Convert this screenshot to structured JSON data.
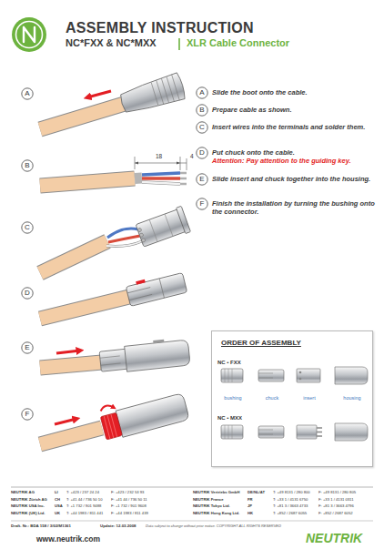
{
  "diagram": {
    "title": "ASSEMBLY INSTRUCTION",
    "nodes": [
      {
        "text": [
          "A"
        ]
      },
      {
        "text": [
          "A"
        ]
      },
      {
        "text": [
          "B"
        ]
      },
      {
        "text": [
          "B"
        ]
      },
      {
        "text": [
          "C"
        ]
      },
      {
        "text": [
          "C"
        ]
      },
      {
        "text": [
          "D"
        ]
      },
      {
        "text": [
          "D"
        ]
      },
      {
        "text": [
          "E"
        ]
      },
      {
        "text": [
          "E"
        ]
      },
      {
        "text": [
          "F"
        ]
      },
      {
        "text": [
          "F"
        ]
      },
      {
        "text": [
          "ORDER OF ASSEMBLY",
          "NC • FXX",
          "bushing",
          "chuck",
          "insert",
          "housing",
          "NC • MXX"
        ]
      }
    ],
    "labels": [
      "NC*FXX & NC*MXX",
      "XLR Cable Connector",
      "Slide the boot onto the cable.",
      "18",
      "4",
      "Prepare cable as shown.",
      "Insert wires into the terminals and solder them.",
      "Put chuck onto the cable.",
      "Attention:  Pay attention to the guiding key.",
      "Slide insert and chuck together into the housing.",
      "Finish the installation by turning the bushing onto the connector.",
      "NEUTRIK AG",
      "LI",
      "T: +423 / 237 24 24",
      "F: +423 / 232 53 93",
      "NEUTRIK Vertriebs GmbH",
      "DE/NL/AT",
      "T: +49 8131 / 280 800",
      "F: +49 8131 / 280 805",
      "NEUTRIK Zürich AG",
      "CH",
      "T: +41 44 / 736 50 10",
      "F: +41 44 / 736 50 11",
      "NEUTRIK France",
      "FR",
      "T: +33 1 / 4131 6750",
      "F: +33 1 / 4131 0311",
      "NEUTRIK USA Inc.",
      "USA",
      "T: +1 732 / 901 9488",
      "F: +1 732 / 901 9608",
      "NEUTRIK Tokyo Ltd.",
      "JP",
      "T: +81 3 / 3663 4733",
      "F: +81 3 / 3663 4796",
      "NEUTRIK (UK) Ltd.",
      "UK",
      "T: +44 1983 / 811 441",
      "F: +44 1983 / 811 439",
      "NEUTRIK Hong Kong Ltd.",
      "HK",
      "T: +852 / 2687 6055",
      "F: +852 / 2687 6052",
      "Draft. Nr.: BDA 158 / 3/02/M1361",
      "Update: 12.03.2008",
      "Data subject to change without prior notice. COPYRIGHT ALL RIGHTS RESERVED",
      "www.neutrik.com",
      "NEUTRIK"
    ]
  }
}
